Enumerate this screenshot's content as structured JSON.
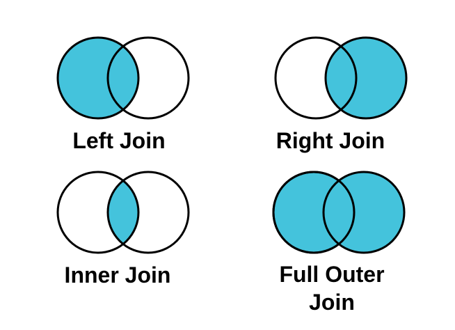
{
  "colors": {
    "region_fill": "#44C3DC",
    "circle_stroke": "#000000",
    "label_text": "#000000",
    "background": "#FFFFFF"
  },
  "diagrams": [
    {
      "label": "Left Join",
      "shaded": "left circle including intersection"
    },
    {
      "label": "Right Join",
      "shaded": "right circle including intersection"
    },
    {
      "label": "Inner Join",
      "shaded": "intersection only"
    },
    {
      "label": "Full Outer Join",
      "shaded": "both circles"
    }
  ]
}
